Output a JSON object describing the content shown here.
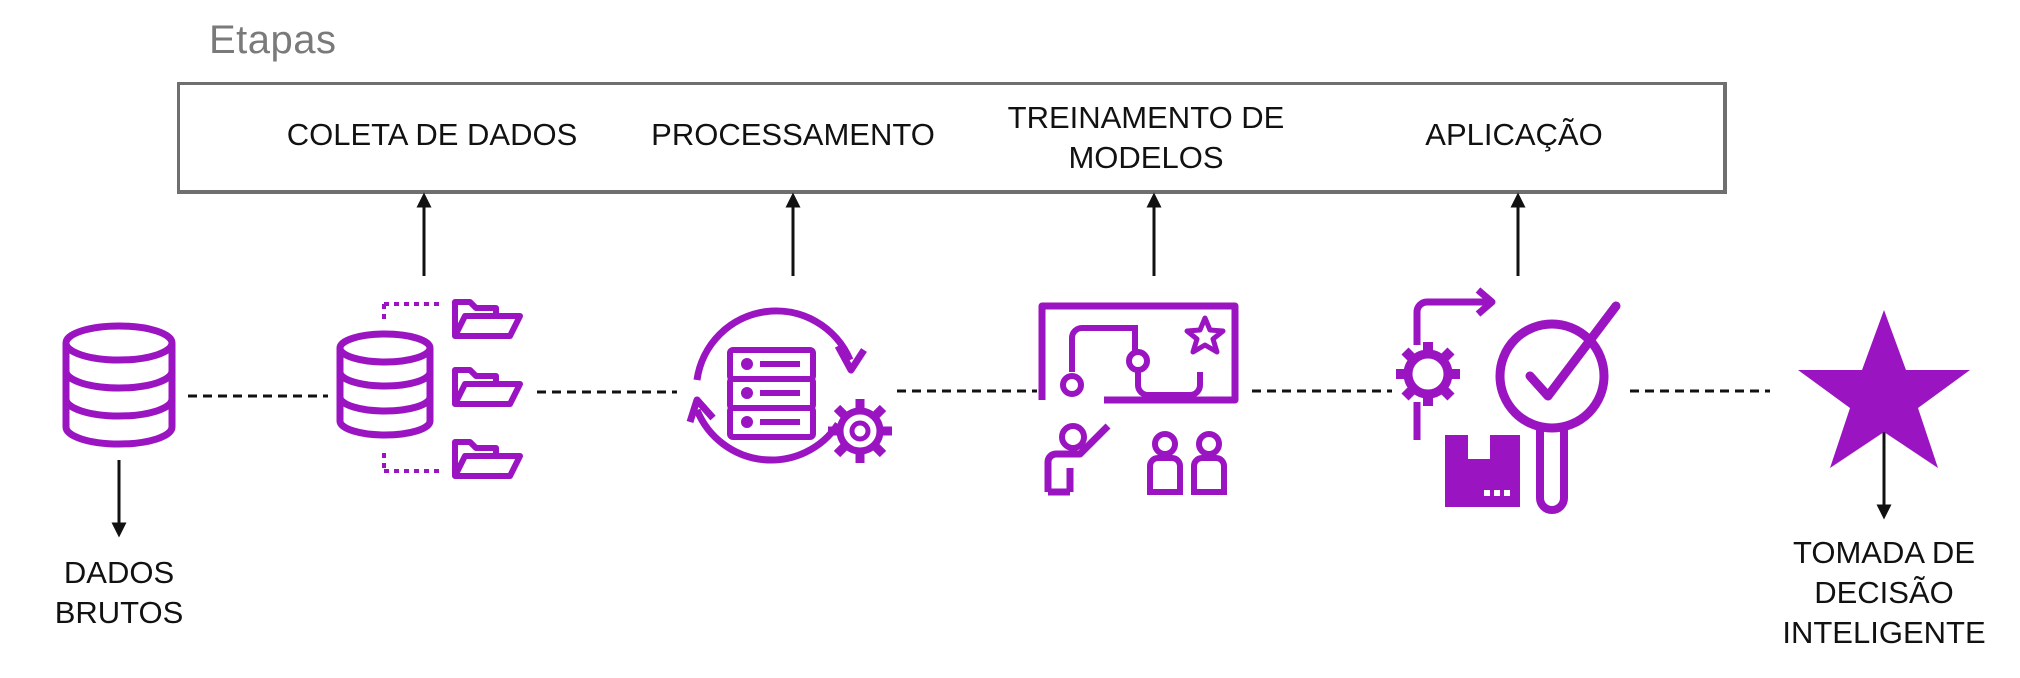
{
  "header": {
    "title": "Etapas"
  },
  "stages": [
    {
      "lines": [
        "COLETA DE DADOS"
      ]
    },
    {
      "lines": [
        "PROCESSAMENTO"
      ]
    },
    {
      "lines": [
        "TREINAMENTO DE",
        "MODELOS"
      ]
    },
    {
      "lines": [
        "APLICAÇÃO"
      ]
    }
  ],
  "start_node": {
    "lines": [
      "DADOS",
      "BRUTOS"
    ],
    "icon": "database-icon"
  },
  "end_node": {
    "lines": [
      "TOMADA DE",
      "DECISÃO",
      "INTELIGENTE"
    ],
    "icon": "star-icon"
  },
  "icons": [
    "database-icon",
    "database-folders-icon",
    "server-cycle-gear-icon",
    "presentation-board-icon",
    "gear-magnifier-check-icon",
    "star-icon"
  ],
  "colors": {
    "accent": "#9b14c2",
    "border": "#6f6f6f",
    "title": "#7a7a7a",
    "text": "#111111"
  }
}
